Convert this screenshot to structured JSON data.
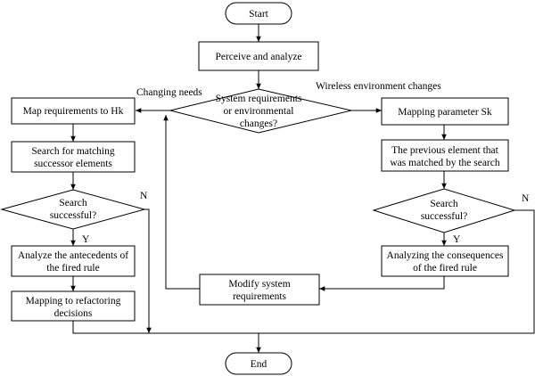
{
  "nodes": {
    "start": "Start",
    "perceive": "Perceive and analyze",
    "decision_main": [
      "System requirements",
      "or environmental",
      "changes?"
    ],
    "map_hk": "Map requirements to Hk",
    "search_successor": [
      "Search for matching",
      "successor elements"
    ],
    "search_left": [
      "Search",
      "successful?"
    ],
    "analyze_antecedents": [
      "Analyze the antecedents of",
      "the fired rule"
    ],
    "refactoring": [
      "Mapping to refactoring",
      "decisions"
    ],
    "mapping_sk": "Mapping parameter Sk",
    "previous_element": [
      "The previous element that",
      "was matched by the search"
    ],
    "search_right": [
      "Search",
      "successful?"
    ],
    "analyzing_consequences": [
      "Analyzing the consequences",
      "of the fired rule"
    ],
    "modify": [
      "Modify system",
      "requirements"
    ],
    "end": "End"
  },
  "edge_labels": {
    "changing_needs": "Changing needs",
    "wireless_changes": "Wireless environment changes",
    "left_yes": "Y",
    "left_no": "N",
    "right_yes": "Y",
    "right_no": "N"
  }
}
